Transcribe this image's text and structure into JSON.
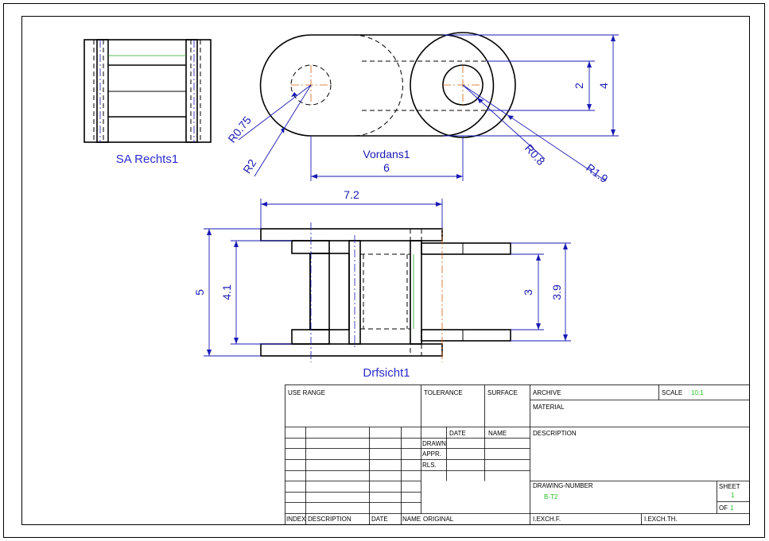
{
  "views": {
    "side_view": {
      "label": "SA Rechts1"
    },
    "front_view": {
      "label": "Vordans1"
    },
    "top_view": {
      "label": "Drfsicht1"
    }
  },
  "dimensions": {
    "r075": "R0.75",
    "r2": "R2",
    "d6": "6",
    "d2": "2",
    "d4": "4",
    "r08": "R0.8",
    "r19": "R1.9",
    "d72": "7.2",
    "d5": "5",
    "d41": "4.1",
    "d3": "3",
    "d39": "3.9"
  },
  "title_block": {
    "use_range": "USE RANGE",
    "tolerance": "TOLERANCE",
    "surface": "SURFACE",
    "archive": "ARCHIVE",
    "scale_label": "SCALE",
    "scale_value": "10:1",
    "material": "MATERIAL",
    "date": "DATE",
    "name": "NAME",
    "description": "DESCRIPTION",
    "drawn": "DRAWN",
    "appr": "APPR.",
    "rls": "RLS.",
    "drawing_number_label": "DRAWING-NUMBER",
    "drawing_number_value": "B-T2",
    "sheet_label": "SHEET",
    "sheet_value": "1",
    "of_label": "OF",
    "of_value": "1",
    "index": "INDEX",
    "desc_col": "DESCRIPTION",
    "date_col": "DATE",
    "name_col": "NAME",
    "original": "ORIGINAL",
    "exch_f": "I.EXCH.F.",
    "exch_th": "I.EXCH.TH."
  }
}
